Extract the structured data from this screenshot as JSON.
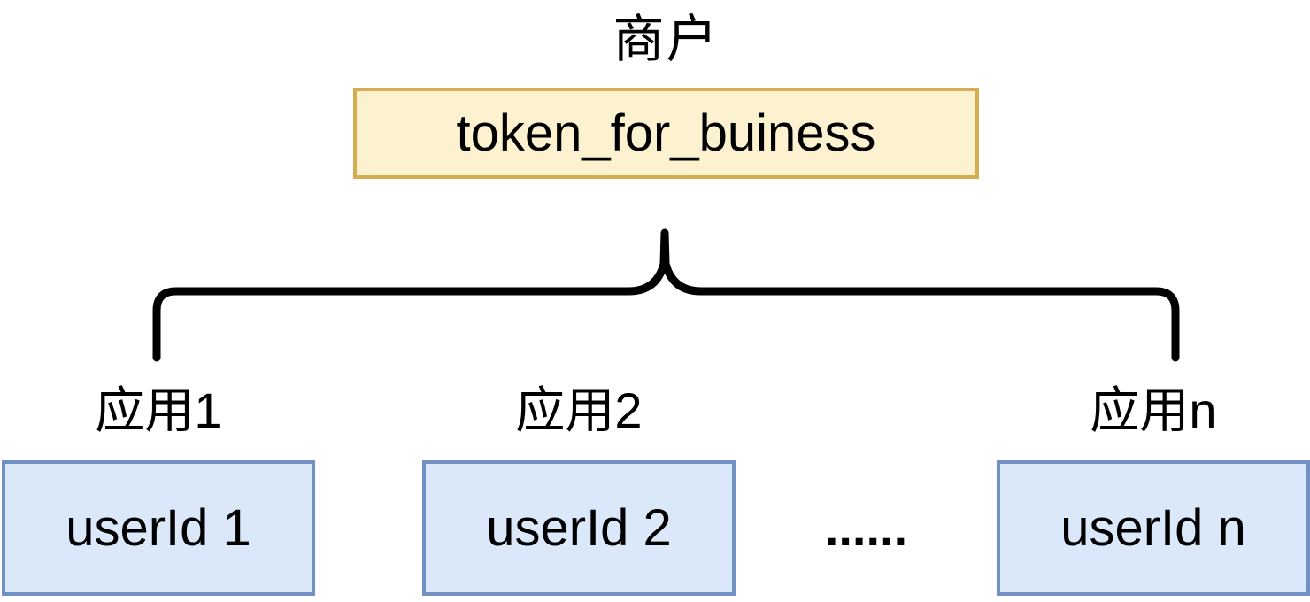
{
  "diagram": {
    "title": "商户",
    "token_box": {
      "label": "token_for_buiness"
    },
    "apps": [
      {
        "app_label": "应用1",
        "box_label": "userId 1"
      },
      {
        "app_label": "应用2",
        "box_label": "userId 2"
      },
      {
        "app_label": "应用n",
        "box_label": "userId n"
      }
    ],
    "ellipsis": "......",
    "colors": {
      "background": "#ffffff",
      "text": "#000000",
      "token_box_fill": "#fcf2d0",
      "token_box_border": "#d4ad52",
      "user_box_fill": "#dae8fa",
      "user_box_border": "#7191c4",
      "brace_stroke": "#000000"
    }
  }
}
